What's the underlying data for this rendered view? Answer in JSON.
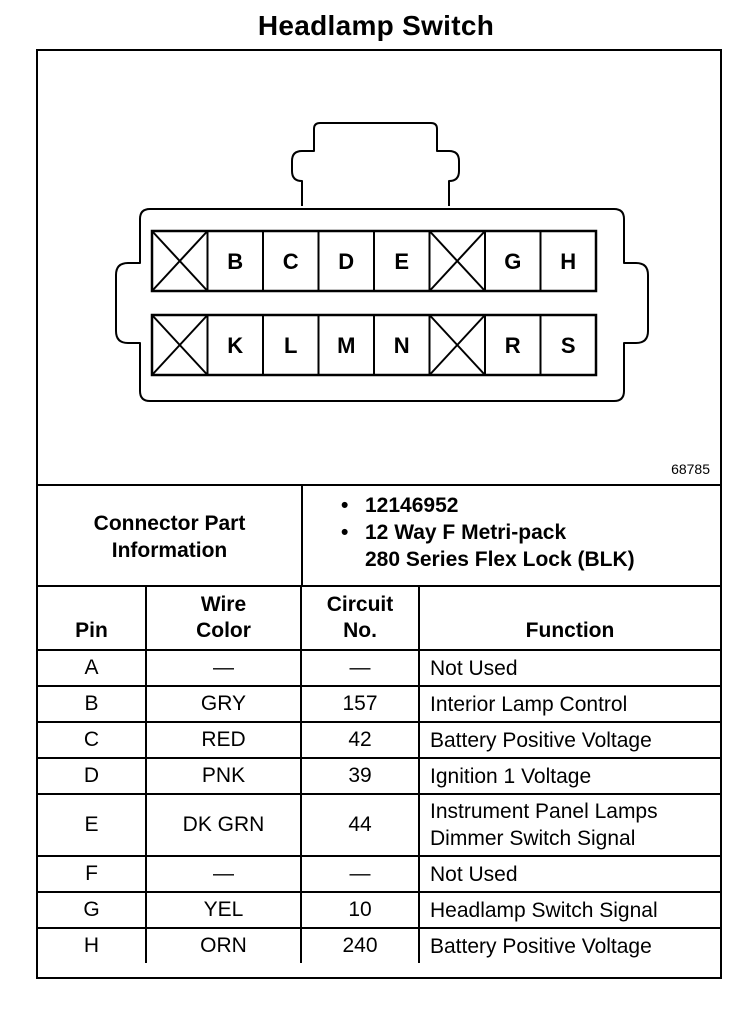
{
  "title": "Headlamp Switch",
  "figure_id": "68785",
  "connector": {
    "top_row": [
      {
        "label": "",
        "blocked": true
      },
      {
        "label": "B",
        "blocked": false
      },
      {
        "label": "C",
        "blocked": false
      },
      {
        "label": "D",
        "blocked": false
      },
      {
        "label": "E",
        "blocked": false
      },
      {
        "label": "",
        "blocked": true
      },
      {
        "label": "G",
        "blocked": false
      },
      {
        "label": "H",
        "blocked": false
      }
    ],
    "bottom_row": [
      {
        "label": "",
        "blocked": true
      },
      {
        "label": "K",
        "blocked": false
      },
      {
        "label": "L",
        "blocked": false
      },
      {
        "label": "M",
        "blocked": false
      },
      {
        "label": "N",
        "blocked": false
      },
      {
        "label": "",
        "blocked": true
      },
      {
        "label": "R",
        "blocked": false
      },
      {
        "label": "S",
        "blocked": false
      }
    ]
  },
  "connector_info": {
    "label_line1": "Connector Part",
    "label_line2": "Information",
    "bullet_symbol": "•",
    "part_number": "12146952",
    "type_line1": "12 Way F Metri-pack",
    "type_line2": "280 Series Flex Lock (BLK)"
  },
  "table": {
    "headers": {
      "pin": "Pin",
      "wire_line1": "Wire",
      "wire_line2": "Color",
      "circuit_line1": "Circuit",
      "circuit_line2": "No.",
      "function": "Function"
    },
    "rows": [
      {
        "pin": "A",
        "wire": "—",
        "circuit": "—",
        "function_lines": [
          "Not Used"
        ]
      },
      {
        "pin": "B",
        "wire": "GRY",
        "circuit": "157",
        "function_lines": [
          "Interior Lamp Control"
        ]
      },
      {
        "pin": "C",
        "wire": "RED",
        "circuit": "42",
        "function_lines": [
          "Battery Positive Voltage"
        ]
      },
      {
        "pin": "D",
        "wire": "PNK",
        "circuit": "39",
        "function_lines": [
          "Ignition 1 Voltage"
        ]
      },
      {
        "pin": "E",
        "wire": "DK GRN",
        "circuit": "44",
        "function_lines": [
          "Instrument Panel Lamps",
          "Dimmer Switch Signal"
        ]
      },
      {
        "pin": "F",
        "wire": "—",
        "circuit": "—",
        "function_lines": [
          "Not Used"
        ]
      },
      {
        "pin": "G",
        "wire": "YEL",
        "circuit": "10",
        "function_lines": [
          "Headlamp Switch Signal"
        ]
      },
      {
        "pin": "H",
        "wire": "ORN",
        "circuit": "240",
        "function_lines": [
          "Battery Positive Voltage"
        ]
      }
    ]
  }
}
